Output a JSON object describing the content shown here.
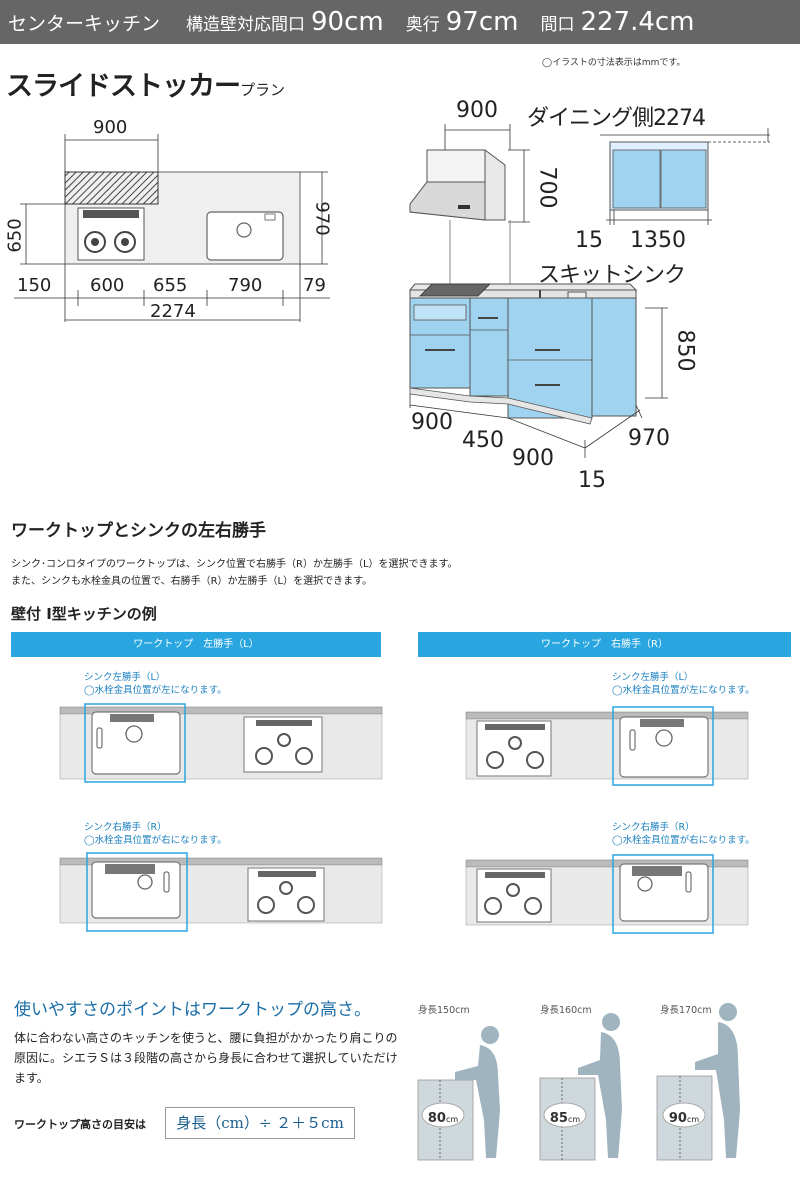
{
  "header": {
    "kitchen_type": "センターキッチン",
    "wall_label": "構造壁対応間口",
    "wall_value": "90cm",
    "depth_label": "奥行",
    "depth_value": "97cm",
    "width_label": "間口",
    "width_value": "227.4cm"
  },
  "note": "◯イラストの寸法表示はmmです。",
  "plan": {
    "title": "スライドストッカー",
    "subtitle": "プラン",
    "top_dim": "900",
    "left_dim": "650",
    "right_dim": "970",
    "bottom_dims": [
      "150",
      "600",
      "655",
      "790",
      "79"
    ],
    "total": "2274"
  },
  "elevation": {
    "hood_width": "900",
    "hood_height": "700",
    "dining_label": "ダイニング側2274",
    "wall_cab_left": "15",
    "wall_cab_width": "1350",
    "sink_label": "スキットシンク",
    "height": "850",
    "base_dims": [
      "900",
      "450",
      "900",
      "15"
    ],
    "depth": "970"
  },
  "section": {
    "title": "ワークトップとシンクの左右勝手",
    "lines": [
      "シンク･コンロタイプのワークトップは、シンク位置で右勝手（R）か左勝手（L）を選択できます。",
      "また、シンクも水栓金具の位置で、右勝手（R）か左勝手（L）を選択できます。"
    ],
    "subtitle": "壁付 I型キッチンの例",
    "left_bar": "ワークトップ　左勝手（L）",
    "right_bar": "ワークトップ　右勝手（R）",
    "cap_l_title": "シンク左勝手（L）",
    "cap_l_desc": "◯水栓金具位置が左になります。",
    "cap_r_title": "シンク右勝手（R）",
    "cap_r_desc": "◯水栓金具位置が右になります。"
  },
  "height_section": {
    "title": "使いやすさのポイントはワークトップの高さ。",
    "paragraph": [
      "体に合わない高さのキッチンを使うと、腰に負担がかかったり肩こりの",
      "原因に。シエラＳは３段階の高さから身長に合わせて選択していただけ",
      "ます。"
    ],
    "formula_label": "ワークトップ高さの目安は",
    "formula": "身長（cm）÷ ２＋５cm",
    "figures": [
      {
        "label": "身長150cm",
        "value": "80",
        "unit": "cm"
      },
      {
        "label": "身長160cm",
        "value": "85",
        "unit": "cm"
      },
      {
        "label": "身長170cm",
        "value": "90",
        "unit": "cm"
      }
    ]
  },
  "colors": {
    "accent": "#29a6e0",
    "cabinet": "#9fd3ef",
    "header": "#666666"
  }
}
